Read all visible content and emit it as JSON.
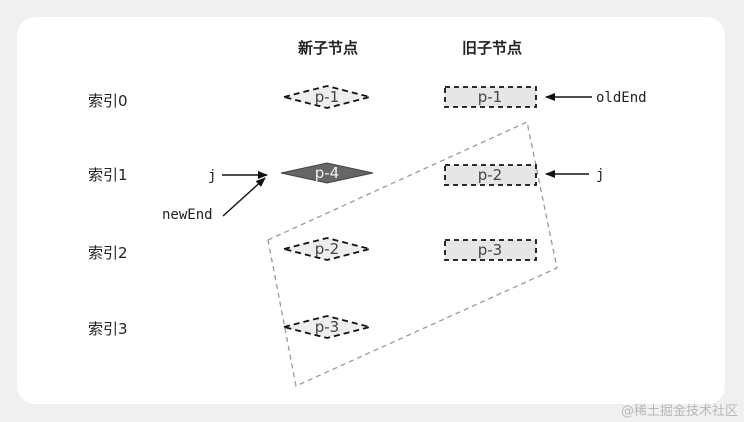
{
  "headers": {
    "new_children": "新子节点",
    "old_children": "旧子节点"
  },
  "rows": [
    {
      "label": "索引0",
      "new_node": "p-1",
      "old_node": "p-1"
    },
    {
      "label": "索引1",
      "new_node": "p-4",
      "old_node": "p-2"
    },
    {
      "label": "索引2",
      "new_node": "p-2",
      "old_node": "p-3"
    },
    {
      "label": "索引3",
      "new_node": "p-3"
    }
  ],
  "pointers": {
    "old_end": "oldEnd",
    "old_j": "j",
    "new_j": "j",
    "new_end": "newEnd"
  },
  "watermark": "@稀土掘金技术社区"
}
